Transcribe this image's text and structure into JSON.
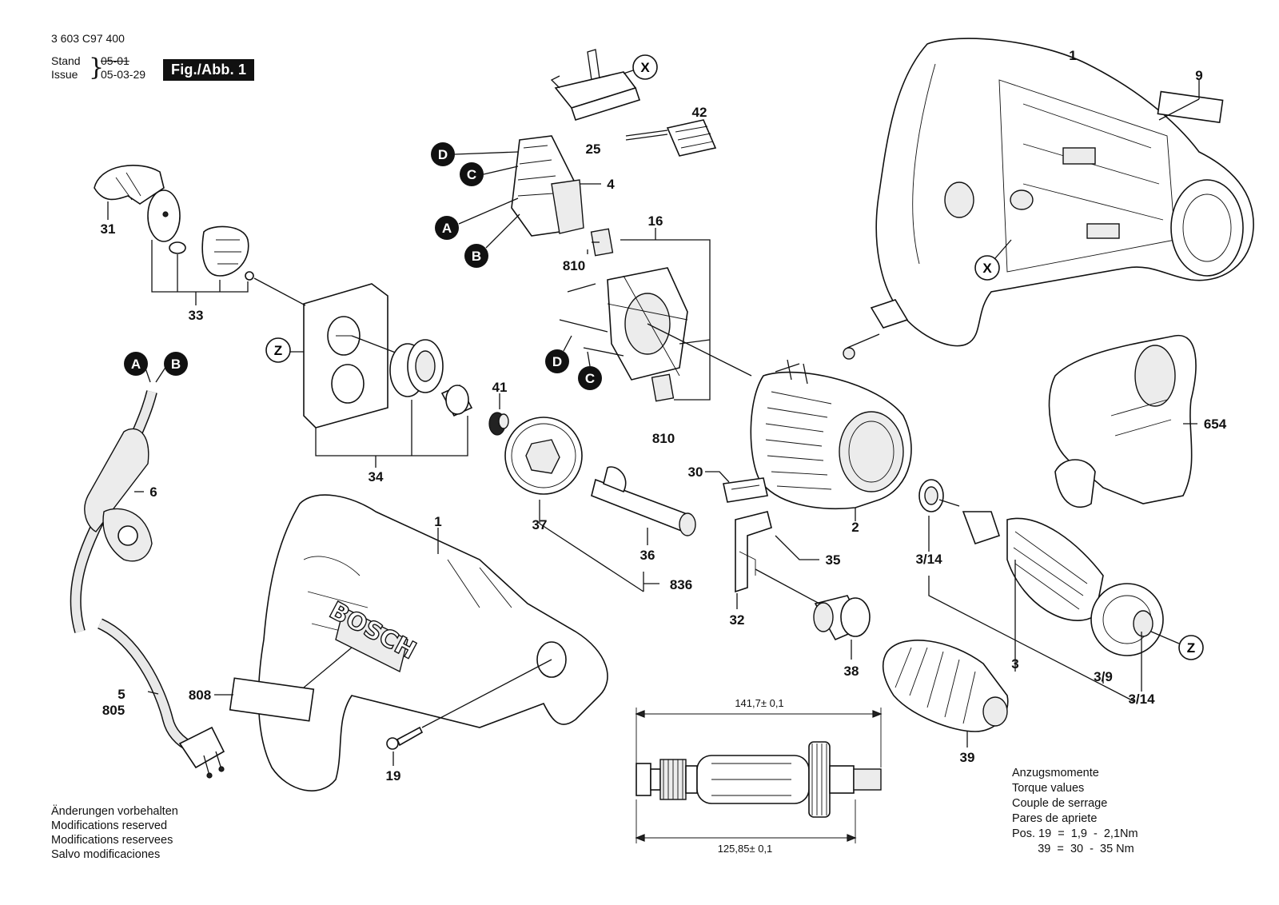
{
  "header": {
    "doc_number": "3 603 C97 400",
    "stand_label": "Stand",
    "issue_label": "Issue",
    "stand_old_date": "05-01",
    "issue_date": "05-03-29",
    "figure_badge": "Fig./Abb. 1"
  },
  "parts": [
    {
      "id": "p1a",
      "label": "1"
    },
    {
      "id": "p9",
      "label": "9"
    },
    {
      "id": "p25",
      "label": "25"
    },
    {
      "id": "p42",
      "label": "42"
    },
    {
      "id": "p4",
      "label": "4"
    },
    {
      "id": "p31",
      "label": "31"
    },
    {
      "id": "p33",
      "label": "33"
    },
    {
      "id": "p16",
      "label": "16"
    },
    {
      "id": "p810a",
      "label": "810"
    },
    {
      "id": "p810b",
      "label": "810"
    },
    {
      "id": "p34",
      "label": "34"
    },
    {
      "id": "p41",
      "label": "41"
    },
    {
      "id": "p6",
      "label": "6"
    },
    {
      "id": "p654",
      "label": "654"
    },
    {
      "id": "p30",
      "label": "30"
    },
    {
      "id": "p2",
      "label": "2"
    },
    {
      "id": "p37",
      "label": "37"
    },
    {
      "id": "p36",
      "label": "36"
    },
    {
      "id": "p836",
      "label": "836"
    },
    {
      "id": "p35",
      "label": "35"
    },
    {
      "id": "p32",
      "label": "32"
    },
    {
      "id": "p1b",
      "label": "1"
    },
    {
      "id": "p314a",
      "label": "3/14"
    },
    {
      "id": "p3",
      "label": "3"
    },
    {
      "id": "p39a",
      "label": "3/9"
    },
    {
      "id": "p314b",
      "label": "3/14"
    },
    {
      "id": "p5",
      "label": "5"
    },
    {
      "id": "p805",
      "label": "805"
    },
    {
      "id": "p808",
      "label": "808"
    },
    {
      "id": "p38",
      "label": "38"
    },
    {
      "id": "p39",
      "label": "39"
    },
    {
      "id": "p19",
      "label": "19"
    }
  ],
  "callouts": {
    "x_top": "X",
    "x_housing": "X",
    "z_left": "Z",
    "z_right": "Z",
    "d_switch": "D",
    "c_switch": "C",
    "a_switch": "A",
    "b_switch": "B",
    "d_brush": "D",
    "c_brush": "C",
    "a_cord": "A",
    "b_cord": "B"
  },
  "brand_mark": "BOSCH",
  "dimensions": {
    "top": "141,7± 0,1",
    "bottom": "125,85± 0,1"
  },
  "modifications": [
    "Änderungen vorbehalten",
    "Modifications reserved",
    "Modifications reservees",
    "Salvo modificaciones"
  ],
  "torque": {
    "lines": [
      "Anzugsmomente",
      "Torque values",
      "Couple de serrage",
      "Pares de apriete",
      "Pos. 19  =  1,9  -  2,1Nm",
      "        39  =  30  -  35 Nm"
    ]
  }
}
